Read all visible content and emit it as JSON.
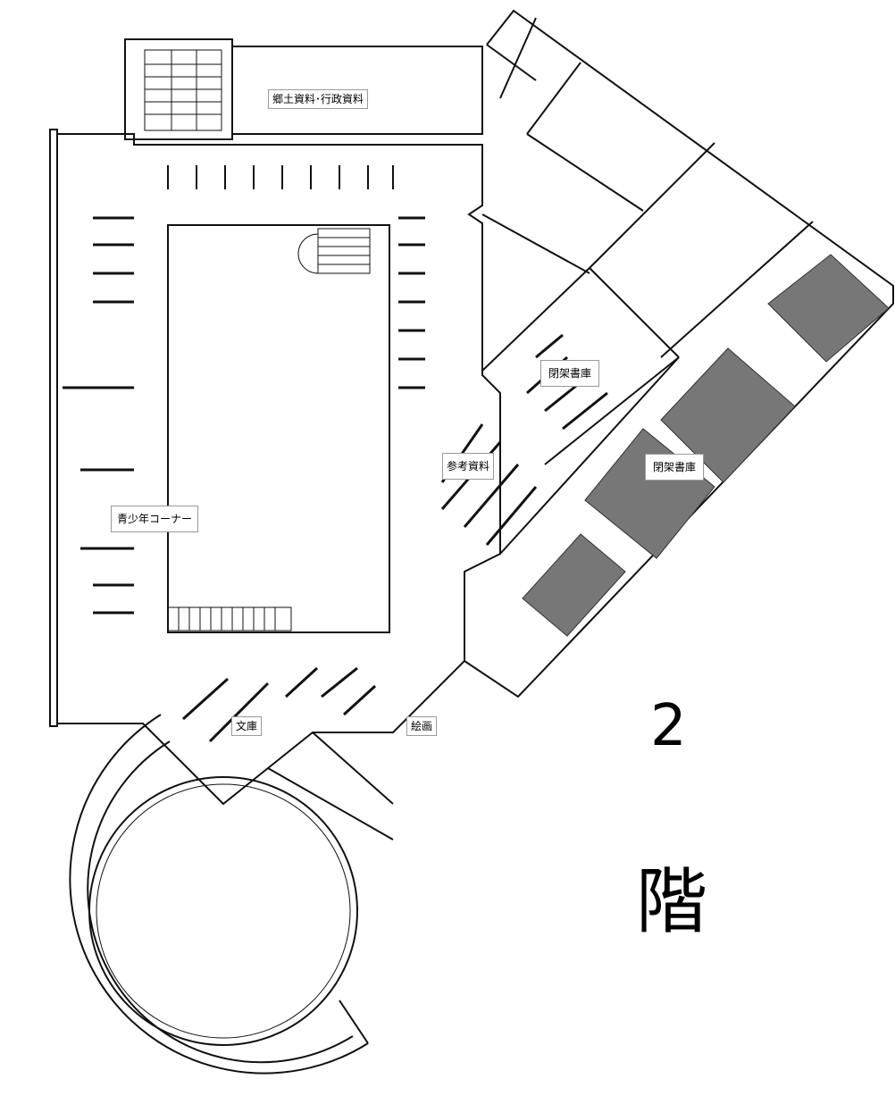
{
  "floor": {
    "number": "2",
    "kanji": "階"
  },
  "rooms": {
    "local_history": "郷土資料･行政資料",
    "closed_stacks_1": "閉架書庫",
    "closed_stacks_2": "閉架書庫",
    "reference": "参考資料",
    "youth_corner": "青少年コーナー",
    "paperback": "文庫",
    "picture_books": "絵画"
  }
}
